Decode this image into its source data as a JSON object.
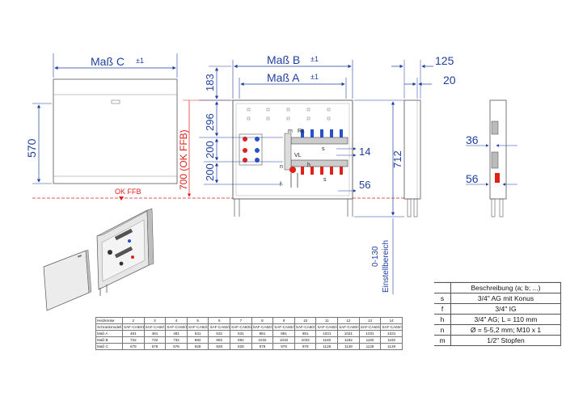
{
  "dimensions": {
    "mass_c": "Maß C",
    "mass_b": "Maß B",
    "mass_a": "Maß A",
    "tol": "±1",
    "d570": "570",
    "d700": "700 (OK FFB)",
    "d183": "183",
    "d296": "296",
    "d200a": "200",
    "d200b": "200",
    "d712": "712",
    "d14": "14",
    "d56a": "56",
    "d125": "125",
    "d20": "20",
    "d36": "36",
    "d56b": "56",
    "einstell": "0-130\nEinstellbereich",
    "einstell_range": "0-130",
    "einstell_word": "Einstellbereich"
  },
  "labels": {
    "ok_ffb": "OK FFB",
    "m": "m",
    "rl": "RL",
    "vl": "VL",
    "s": "s",
    "f": "f",
    "h": "h",
    "n": "n"
  },
  "legend": {
    "header": "Beschreibung (a; b; ...)",
    "rows": [
      {
        "key": "s",
        "value": "3/4\" AG mit Konus"
      },
      {
        "key": "f",
        "value": "3/4\" IG"
      },
      {
        "key": "h",
        "value": "3/4\" AG; L = 110 mm"
      },
      {
        "key": "n",
        "value": "Ø = 5-5,2 mm; M10 x 1"
      },
      {
        "key": "m",
        "value": "1/2\" Stopfen"
      }
    ]
  },
  "dim_table": {
    "header": [
      "Heizkreise",
      "2",
      "3",
      "4",
      "5",
      "6",
      "7",
      "8",
      "9",
      "10",
      "11",
      "12",
      "13",
      "14"
    ],
    "rows": [
      [
        "Schrankmodell",
        "SAF-CA60/1",
        "SAF-CA60/1",
        "SAF-CA60/1",
        "SAF-CA60/2",
        "SAF-CA60/2",
        "SAF-CA60/2",
        "SAF-CA60/3",
        "SAF-CA60/3",
        "SAF-CA60/3",
        "SAF-CA60/4",
        "SAF-CA60/4",
        "SAF-CA60/4",
        "SAF-CA60/4"
      ],
      [
        "Maß A",
        "481",
        "481",
        "481",
        "531",
        "531",
        "531",
        "881",
        "881",
        "881",
        "1031",
        "1031",
        "1031",
        "1031"
      ],
      [
        "Maß B",
        "732",
        "732",
        "732",
        "882",
        "882",
        "882",
        "1032",
        "1032",
        "1032",
        "1182",
        "1182",
        "1182",
        "1182"
      ],
      [
        "Maß C",
        "678",
        "678",
        "678",
        "828",
        "828",
        "828",
        "978",
        "978",
        "978",
        "1128",
        "1128",
        "1128",
        "1128"
      ]
    ]
  }
}
